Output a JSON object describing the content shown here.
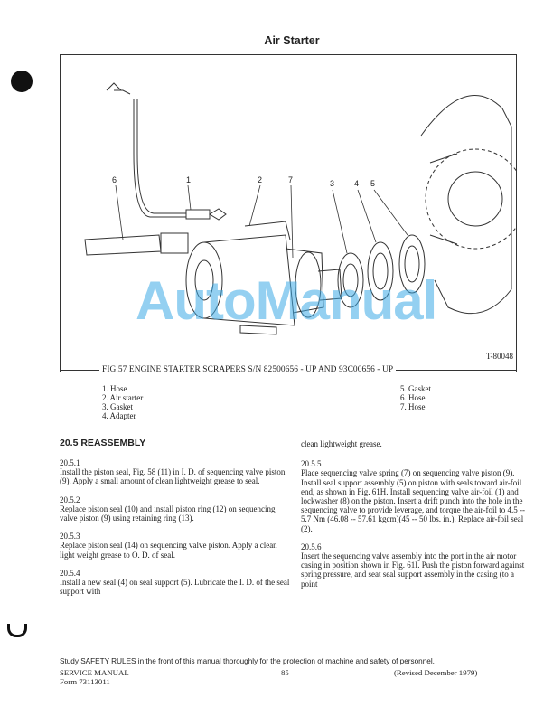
{
  "header": {
    "title": "Air Starter"
  },
  "figure": {
    "callouts": [
      "6",
      "1",
      "2",
      "7",
      "3",
      "4",
      "5"
    ],
    "id": "T-80048",
    "caption": "FIG.57  ENGINE STARTER SCRAPERS S/N 82500656 - UP AND 93C00656 - UP",
    "legend_left": [
      "1. Hose",
      "2. Air starter",
      "3. Gasket",
      "4. Adapter"
    ],
    "legend_right": [
      "5. Gasket",
      "6. Hose",
      "7. Hose"
    ]
  },
  "section": {
    "heading": "20.5 REASSEMBLY",
    "steps": [
      {
        "num": "20.5.1",
        "text": "Install the piston seal, Fig. 58 (11) in I. D. of sequencing valve piston (9). Apply a small amount of clean lightweight grease to seal."
      },
      {
        "num": "20.5.2",
        "text": "Replace piston seal (10) and install piston ring (12) on sequencing valve piston (9) using retaining ring (13)."
      },
      {
        "num": "20.5.3",
        "text": "Replace piston seal (14) on sequencing valve piston. Apply a clean light weight grease to O. D. of seal."
      },
      {
        "num": "20.5.4",
        "text": "Install a new seal (4) on seal support (5). Lubricate the I. D. of the seal support with"
      }
    ],
    "continuation": "clean lightweight grease.",
    "steps_right": [
      {
        "num": "20.5.5",
        "text": "Place sequencing valve spring (7) on sequencing valve piston (9). Install seal support assembly (5) on piston with seals toward air-foil end, as shown in Fig. 61H. Install sequencing valve air-foil (1) and lockwasher (8) on the piston. Insert a drift punch into the hole in the sequencing valve to provide leverage, and torque the air-foil to 4.5 -- 5.7 Nm (46.08 -- 57.61 kgcm)(45 -- 50 lbs. in.). Replace air-foil seal (2)."
      },
      {
        "num": "20.5.6",
        "text": "Insert the sequencing valve assembly into the port in the air motor casing in position shown in Fig. 61I. Push the piston forward against spring pressure, and seat seal support assembly in the casing (to a point"
      }
    ]
  },
  "footer": {
    "safety": "Study SAFETY RULES in the front of this manual thoroughly for the protection of machine and safety of personnel.",
    "manual": "SERVICE MANUAL",
    "form": "Form 73113011",
    "page": "85",
    "revised": "(Revised December 1979)"
  },
  "watermark": "AutoManual",
  "colors": {
    "watermark": "#3caae6"
  }
}
